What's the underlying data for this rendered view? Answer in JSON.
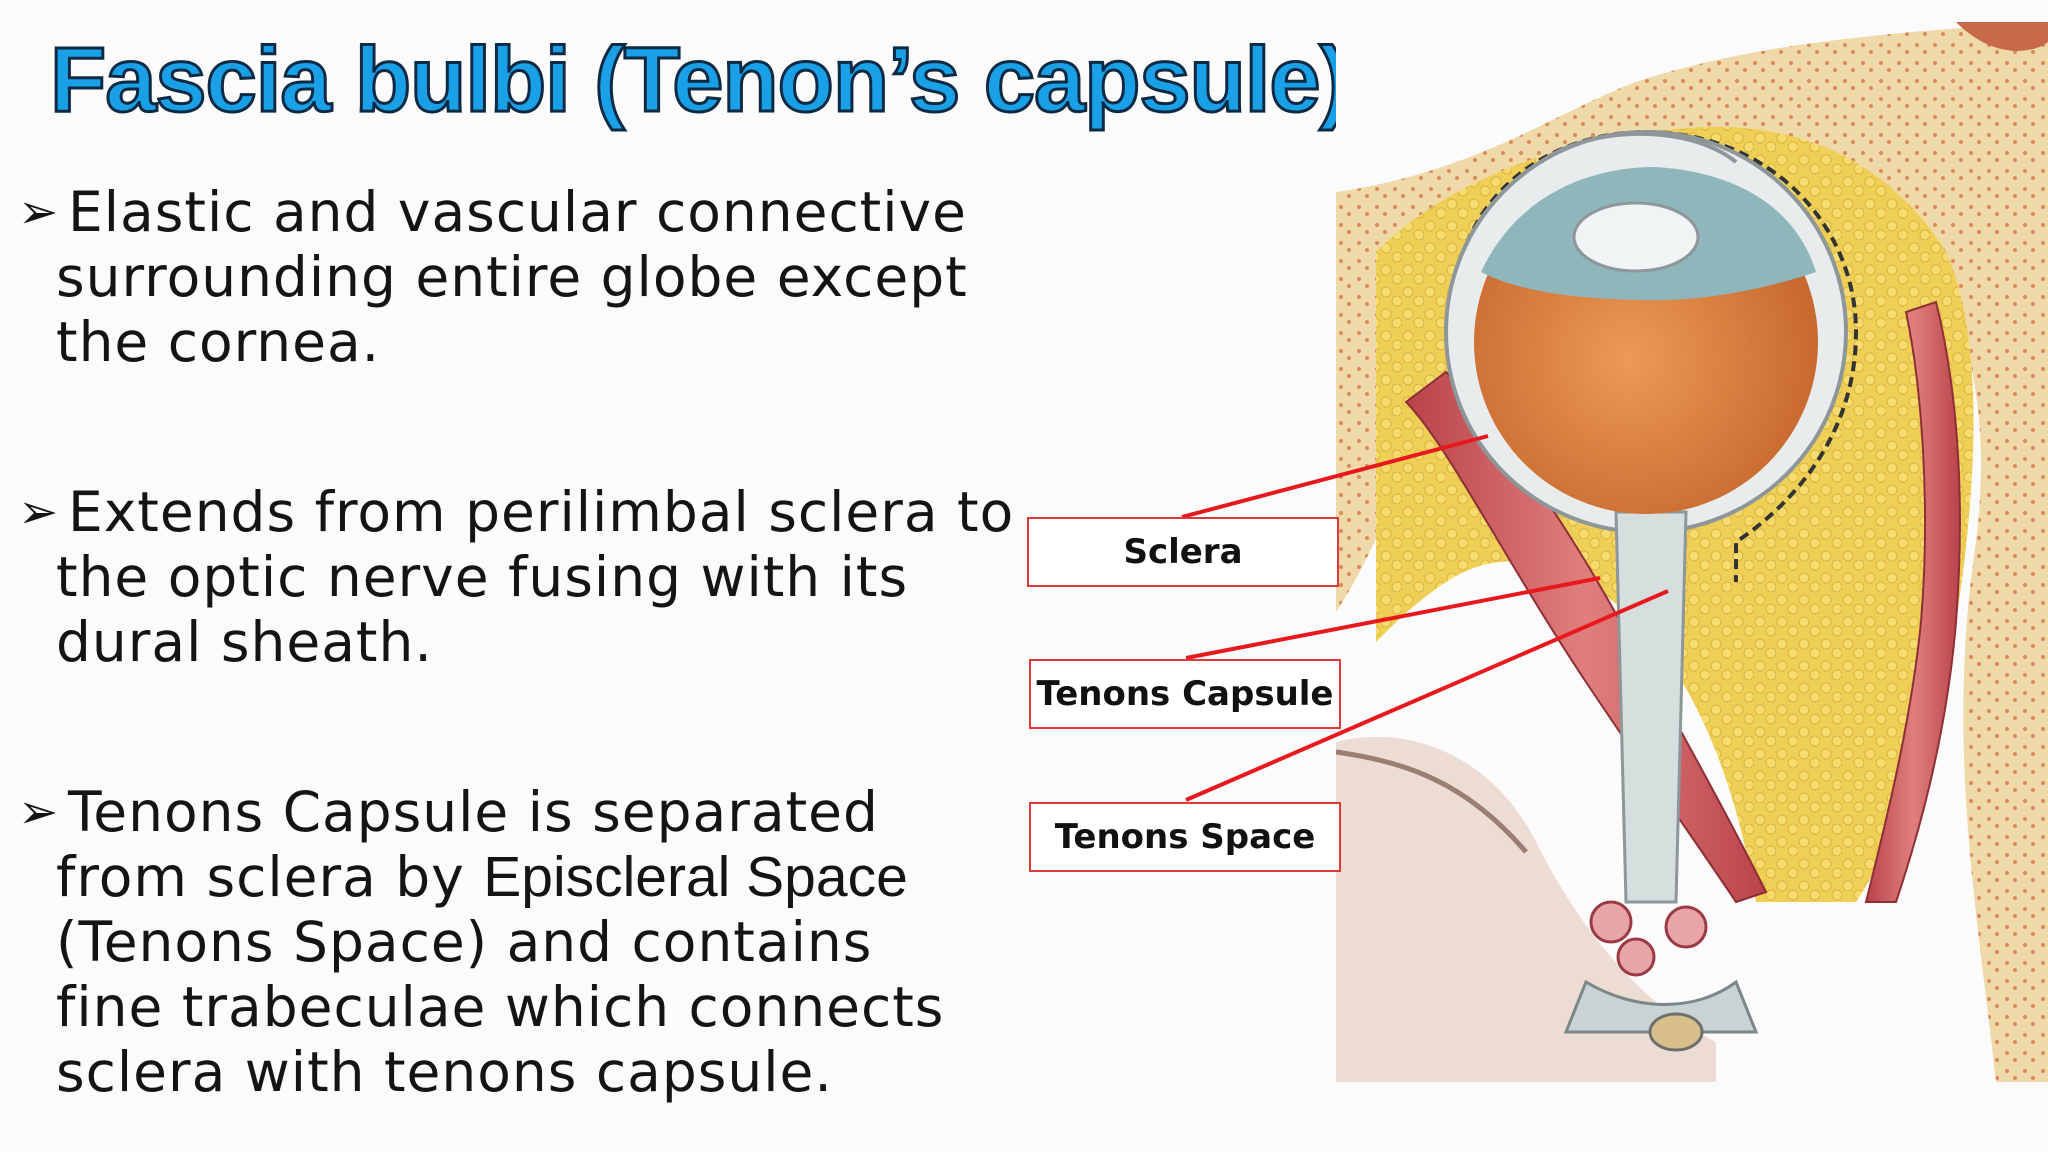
{
  "slide": {
    "title": "Fascia bulbi (Tenon’s capsule) :",
    "bullets": [
      {
        "lines": [
          "Elastic and vascular connective",
          "surrounding entire globe except",
          "the cornea."
        ]
      },
      {
        "lines": [
          "Extends from perilimbal sclera to",
          "the optic nerve fusing with its",
          "dural sheath."
        ]
      },
      {
        "line1": "Tenons Capsule is separated",
        "line2_pre": "from sclera by ",
        "line2_emph": "Episcleral Space",
        "lines_rest": [
          "(Tenons Space) and contains",
          "fine trabeculae which connects",
          "sclera with tenons capsule."
        ]
      }
    ],
    "bullet_marker": "➢"
  },
  "figure": {
    "labels": {
      "sclera": "Sclera",
      "tenons_capsule": "Tenons Capsule",
      "tenons_space": "Tenons Space"
    },
    "colors": {
      "label_border": "#e0373a",
      "arrow": "#e8191e",
      "title_fill": "#1aa0e6",
      "title_outline": "#0d2a44"
    }
  }
}
